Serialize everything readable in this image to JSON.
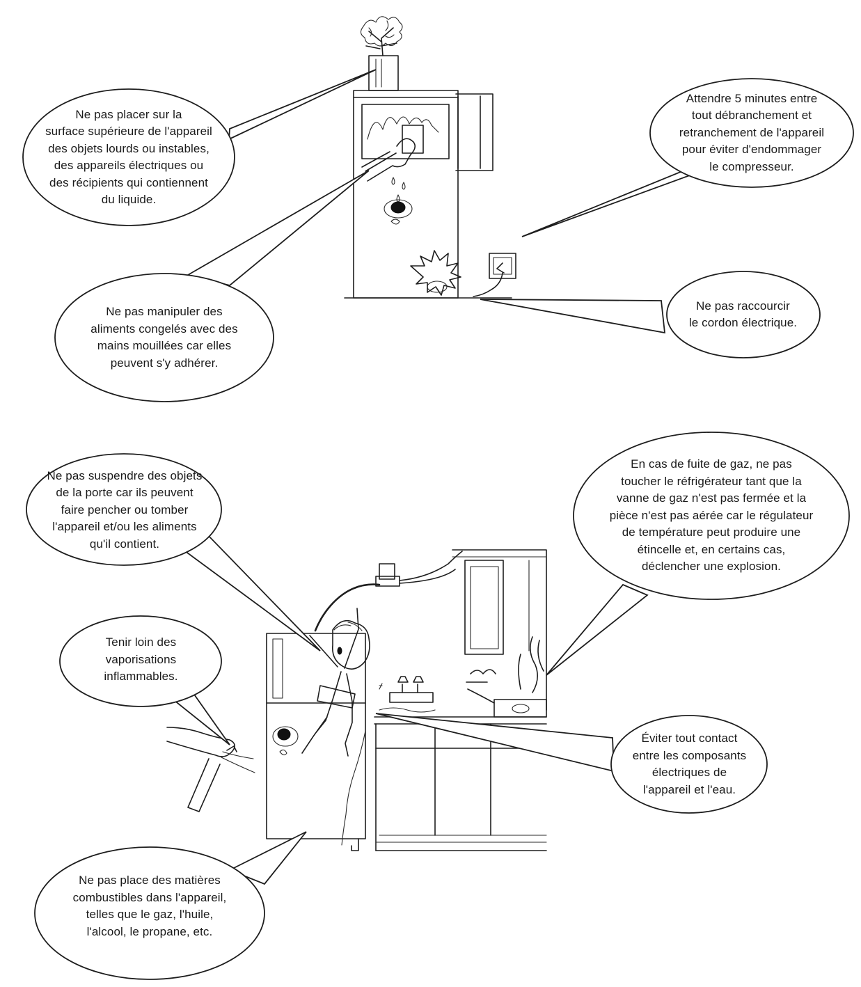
{
  "diagram": {
    "colors": {
      "ink": "#1e1e1e",
      "background": "#ffffff"
    },
    "scenes": [
      {
        "name": "scene-refrigerator-top",
        "callouts": [
          {
            "id": "top-surface",
            "text": "Ne pas placer sur la\nsurface supérieure de l'appareil\ndes objets lourds ou instables,\ndes appareils électriques ou\ndes récipients qui contiennent\ndu liquide."
          },
          {
            "id": "wait-5-minutes",
            "text": "Attendre 5 minutes entre\ntout débranchement et\nretranchement de l'appareil\npour éviter d'endommager\nle compresseur."
          },
          {
            "id": "wet-hands",
            "text": "Ne pas manipuler des\naliments congelés avec des\nmains mouillées car elles\npeuvent s'y adhérer."
          },
          {
            "id": "power-cord",
            "text": "Ne pas raccourcir\nle cordon électrique."
          }
        ]
      },
      {
        "name": "scene-kitchen-bottom",
        "callouts": [
          {
            "id": "door-hanging",
            "text": "Ne pas suspendre des objets\nde la porte car ils peuvent\nfaire pencher ou tomber\nl'appareil et/ou les aliments\nqu'il contient."
          },
          {
            "id": "gas-leak",
            "text": "En cas de fuite de gaz, ne pas\ntoucher le réfrigérateur tant que la\nvanne de gaz n'est pas fermée et la\npièce n'est pas aérée car le régulateur\nde température peut produire une\nétincelle et, en certains cas,\ndéclencher une explosion."
          },
          {
            "id": "flammable-sprays",
            "text": "Tenir loin des\nvaporisations\ninflammables."
          },
          {
            "id": "water-contact",
            "text": "Éviter tout contact\nentre les composants\nélectriques de\nl'appareil et l'eau."
          },
          {
            "id": "combustibles",
            "text": "Ne pas place des matières\ncombustibles dans l'appareil,\ntelles que le gaz, l'huile,\nl'alcool, le propane, etc."
          }
        ]
      }
    ]
  }
}
